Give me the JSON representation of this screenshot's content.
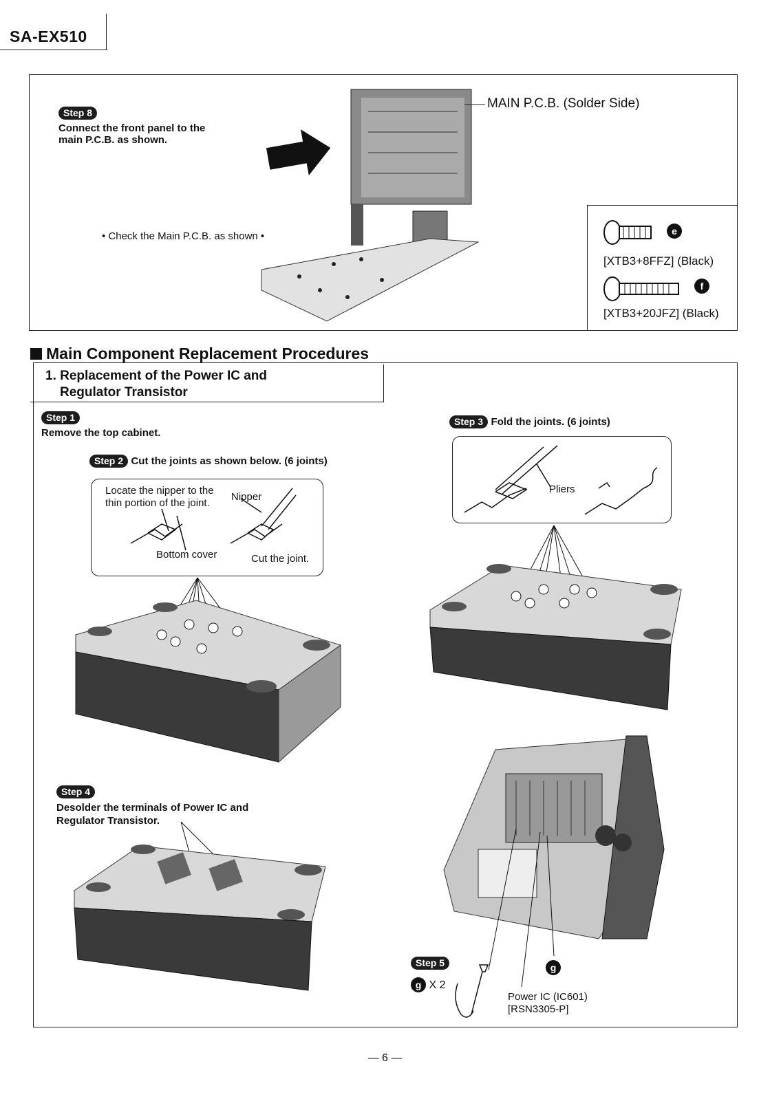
{
  "header": {
    "model": "SA-EX510"
  },
  "top_panel": {
    "step8_badge": "Step 8",
    "step8_text_line1": "Connect the front panel to the",
    "step8_text_line2": "main P.C.B. as shown.",
    "check_note": "• Check the Main P.C.B. as shown •",
    "main_pcb_label": "MAIN P.C.B. (Solder Side)",
    "screws": [
      {
        "marker": "e",
        "part": "[XTB3+8FFZ] (Black)"
      },
      {
        "marker": "f",
        "part": "[XTB3+20JFZ] (Black)"
      }
    ]
  },
  "section": {
    "title": "Main Component Replacement Procedures",
    "subtitle_line1": "1. Replacement of the Power IC and",
    "subtitle_line2": "Regulator Transistor"
  },
  "steps": {
    "step1": {
      "badge": "Step 1",
      "text": "Remove the top cabinet."
    },
    "step2": {
      "badge": "Step 2",
      "text": "Cut the joints as shown below. (6 joints)"
    },
    "step2_callout": {
      "note_line1": "Locate the nipper to the",
      "note_line2": "thin portion of the joint.",
      "nipper": "Nipper",
      "bottom_cover": "Bottom cover",
      "cut_joint": "Cut the joint."
    },
    "step3": {
      "badge": "Step 3",
      "text": "Fold the joints. (6 joints)",
      "pliers": "Pliers"
    },
    "step4": {
      "badge": "Step 4",
      "text_line1": "Desolder the terminals of Power IC and",
      "text_line2": "Regulator Transistor."
    },
    "step5": {
      "badge": "Step 5",
      "marker": "g",
      "qty": "X 2",
      "marker_g": "g"
    },
    "power_ic": {
      "line1": "Power IC (IC601)",
      "line2": "[RSN3305-P]"
    }
  },
  "footer": {
    "page": "— 6 —"
  }
}
